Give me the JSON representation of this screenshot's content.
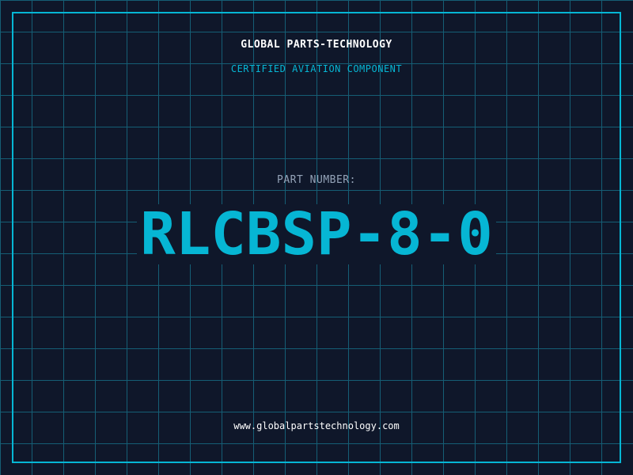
{
  "header": {
    "company": "GLOBAL PARTS-TECHNOLOGY",
    "subtitle": "CERTIFIED AVIATION COMPONENT"
  },
  "part": {
    "label": "PART NUMBER:",
    "number": "RLCBSP-8-0"
  },
  "footer": {
    "url": "www.globalpartstechnology.com"
  },
  "colors": {
    "background": "#0f172a",
    "accent": "#06b6d4",
    "grid": "#155e75"
  }
}
